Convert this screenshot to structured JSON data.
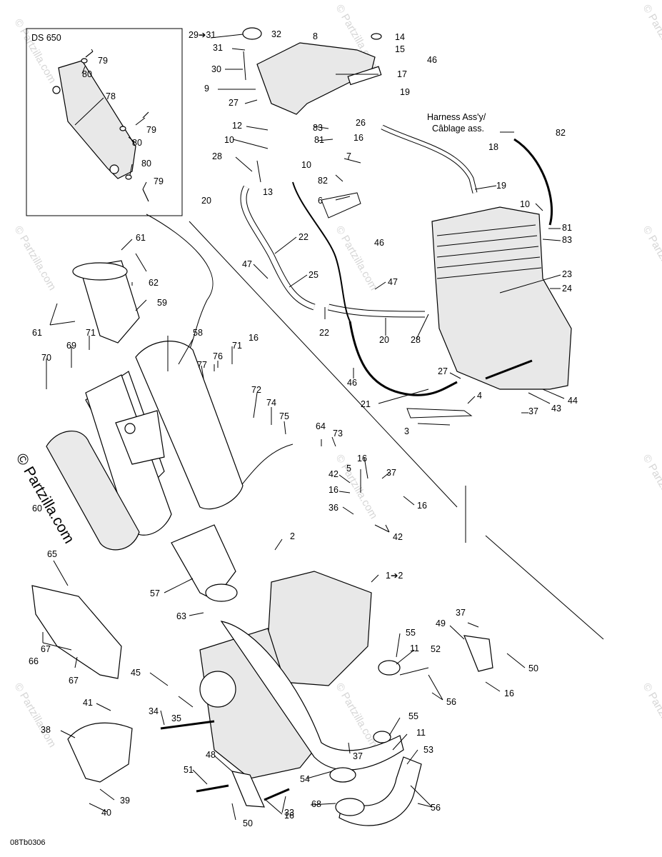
{
  "inset": {
    "title": "DS 650"
  },
  "code": "08Tb0306",
  "harness": {
    "line1": "Harness Ass'y/",
    "line2": "Câblage ass."
  },
  "watermark": "© Partzilla.com",
  "callouts": {
    "c29": "29➔31",
    "c31a": "31",
    "c32": "32",
    "c8": "8",
    "c14": "14",
    "c15": "15",
    "c30": "30",
    "c17": "17",
    "c9": "9",
    "c46a": "46",
    "c19a": "19",
    "c27a": "27",
    "c12": "12",
    "c83a": "83",
    "c26": "26",
    "c81a": "81",
    "c16a": "16",
    "c82a": "82",
    "c10a": "10",
    "c18": "18",
    "c28a": "28",
    "c7": "7",
    "c10b": "10",
    "c82b": "82",
    "c13": "13",
    "c19b": "19",
    "c20a": "20",
    "c6": "6",
    "c10c": "10",
    "c81b": "81",
    "c83b": "83",
    "c22a": "22",
    "c46b": "46",
    "c47a": "47",
    "c25": "25",
    "c47b": "47",
    "c23": "23",
    "c24": "24",
    "c22b": "22",
    "c20b": "20",
    "c28b": "28",
    "c79a": "79",
    "c80a": "80",
    "c78": "78",
    "c79b": "79",
    "c80b": "80",
    "c80c": "80",
    "c79c": "79",
    "c61a": "61",
    "c62": "62",
    "c59": "59",
    "c61b": "61",
    "c71a": "71",
    "c58": "58",
    "c16b": "16",
    "c71b": "71",
    "c76": "76",
    "c77": "77",
    "c69": "69",
    "c70": "70",
    "c46c": "46",
    "c27b": "27",
    "c21": "21",
    "c4": "4",
    "c44": "44",
    "c43": "43",
    "c37a": "37",
    "c3": "3",
    "c72": "72",
    "c74": "74",
    "c75": "75",
    "c64": "64",
    "c73": "73",
    "c16c": "16",
    "c5": "5",
    "c37b": "37",
    "c42a": "42",
    "c16d": "16",
    "c16e": "16",
    "c36": "36",
    "c42b": "42",
    "c60": "60",
    "c2": "2",
    "c1": "1➔2",
    "c65": "65",
    "c57": "57",
    "c63": "63",
    "c67a": "67",
    "c66": "66",
    "c67b": "67",
    "c45": "45",
    "c55a": "55",
    "c11a": "11",
    "c52": "52",
    "c37c": "37",
    "c49": "49",
    "c50a": "50",
    "c16f": "16",
    "c56a": "56",
    "c41": "41",
    "c38": "38",
    "c35": "35",
    "c34": "34",
    "c55b": "55",
    "c11b": "11",
    "c53": "53",
    "c37d": "37",
    "c48": "48",
    "c51": "51",
    "c54": "54",
    "c33": "33",
    "c68": "68",
    "c56b": "56",
    "c16g": "16",
    "c50b": "50",
    "c39": "39",
    "c40": "40"
  }
}
